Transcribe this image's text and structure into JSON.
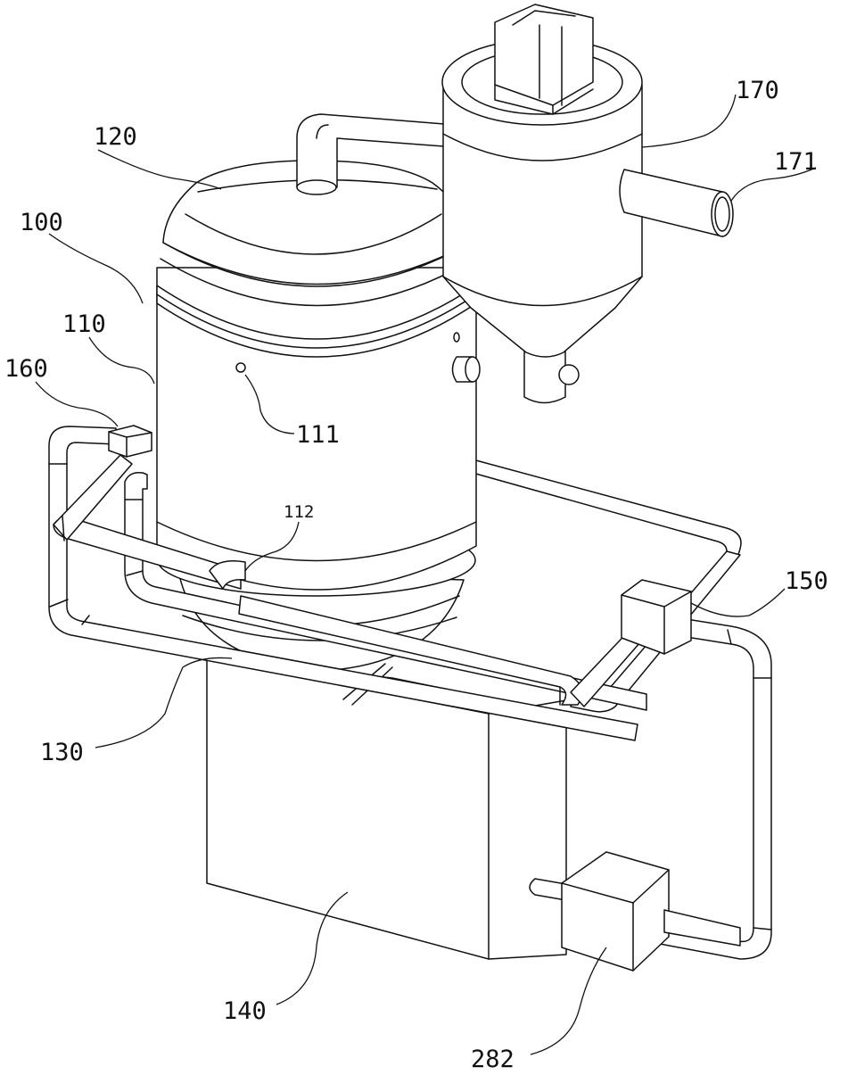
{
  "labels": {
    "l100": "100",
    "l110": "110",
    "l111": "111",
    "l112": "112",
    "l120": "120",
    "l130": "130",
    "l140": "140",
    "l150": "150",
    "l160": "160",
    "l170": "170",
    "l171": "171",
    "l282": "282"
  },
  "colors": {
    "line": "#111111",
    "background": "#ffffff"
  }
}
